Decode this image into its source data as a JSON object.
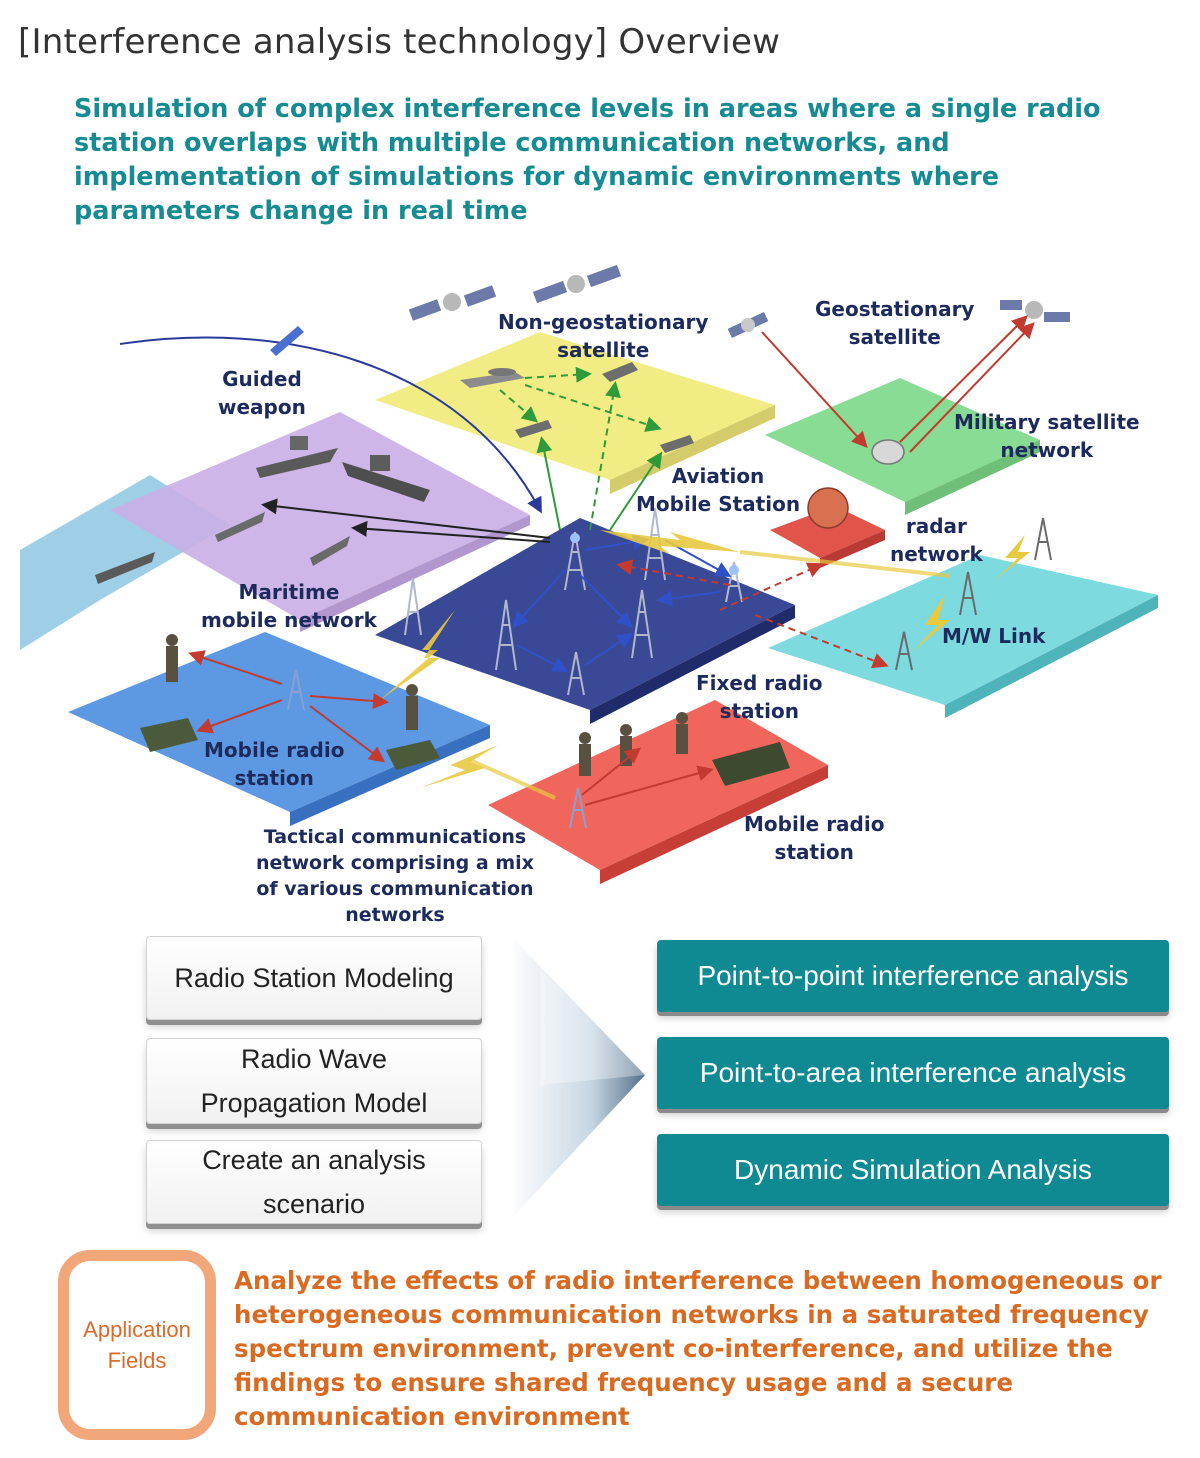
{
  "header": {
    "title": "[Interference analysis technology] Overview",
    "subtitle": "Simulation of complex interference levels in areas where a single radio station overlaps with multiple communication networks, and implementation of simulations for dynamic environments where parameters change in real time"
  },
  "diagram": {
    "labels": {
      "non_geo_line1": "Non-geostationary",
      "non_geo_line2": "satellite",
      "geo_line1": "Geostationary",
      "geo_line2": "satellite",
      "guided_line1": "Guided",
      "guided_line2": "weapon",
      "military_line1": "Military satellite",
      "military_line2": "network",
      "aviation_line1": "Aviation",
      "aviation_line2": "Mobile Station",
      "radar_line1": "radar",
      "radar_line2": "network",
      "maritime_line1": "Maritime",
      "maritime_line2": "mobile network",
      "mw_link": "M/W Link",
      "fixed_line1": "Fixed radio",
      "fixed_line2": "station",
      "mobile_left_line1": "Mobile radio",
      "mobile_left_line2": "station",
      "mobile_right_line1": "Mobile radio",
      "mobile_right_line2": "station",
      "tactical_line1": "Tactical communications",
      "tactical_line2": "network comprising a mix",
      "tactical_line3": "of various communication",
      "tactical_line4": "networks"
    },
    "platform_colors": {
      "aviation": "#f0ea7a",
      "military": "#7fd98a",
      "maritime": "#c9aee6",
      "sea": "#8ec7e2",
      "center": "#2f3f8f",
      "mw_link": "#6fd6dc",
      "mobile_left": "#4f8fe0",
      "mobile_right": "#ef5a50",
      "radar": "#e0544a"
    }
  },
  "process": {
    "inputs": [
      {
        "label": "Radio Station Modeling"
      },
      {
        "label_line1": "Radio Wave",
        "label_line2": "Propagation Model"
      },
      {
        "label_line1": "Create an analysis",
        "label_line2": "scenario"
      }
    ],
    "outputs": [
      {
        "label": "Point-to-point interference analysis"
      },
      {
        "label": "Point-to-area interference analysis"
      },
      {
        "label": "Dynamic Simulation Analysis"
      }
    ]
  },
  "application": {
    "badge_line1": "Application",
    "badge_line2": "Fields",
    "text": "Analyze the effects of radio interference between homogeneous or heterogeneous communication networks in a saturated frequency spectrum environment, prevent co-interference, and utilize the findings to ensure shared frequency usage and a secure communication environment"
  },
  "colors": {
    "title": "#333333",
    "subtitle_teal": "#168b92",
    "output_box": "#0f8a92",
    "application_orange": "#d96a22",
    "badge_border": "#f2a77b",
    "diagram_label": "#1d2b5c"
  }
}
